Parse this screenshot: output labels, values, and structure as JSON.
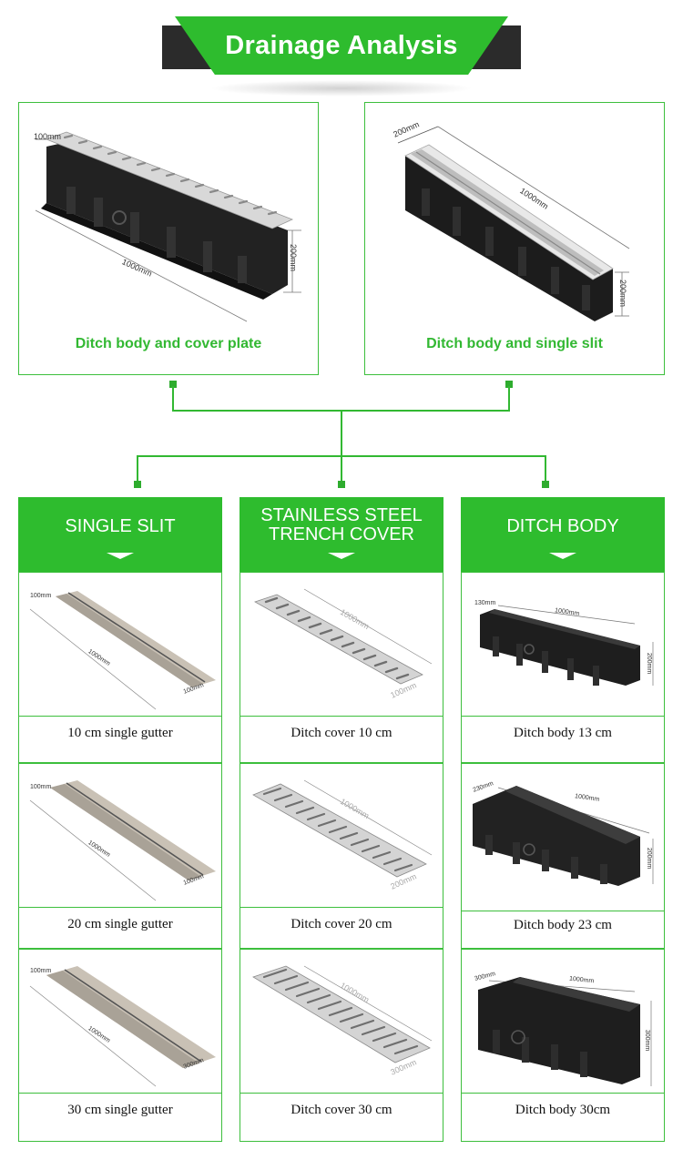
{
  "banner": {
    "title": "Drainage Analysis"
  },
  "top_panels": [
    {
      "caption": "Ditch body and cover plate",
      "dims": [
        "100mm",
        "1000mm",
        "200mm"
      ]
    },
    {
      "caption": "Ditch body and single slit",
      "dims": [
        "200mm",
        "1000mm",
        "200mm"
      ]
    }
  ],
  "columns": [
    {
      "title": "SINGLE SLIT",
      "items": [
        {
          "label": "10 cm single gutter",
          "dims": [
            "100mm",
            "1000mm",
            "100mm"
          ]
        },
        {
          "label": "20 cm single gutter",
          "dims": [
            "100mm",
            "1000mm",
            "100mm"
          ]
        },
        {
          "label": "30 cm single gutter",
          "dims": [
            "100mm",
            "1000mm",
            "300mm"
          ]
        }
      ]
    },
    {
      "title": "STAINLESS STEEL TRENCH COVER",
      "title_lines": [
        "STAINLESS STEEL",
        "TRENCH COVER"
      ],
      "items": [
        {
          "label": "Ditch cover 10 cm",
          "dims": [
            "1000mm",
            "100mm"
          ]
        },
        {
          "label": "Ditch cover 20 cm",
          "dims": [
            "1000mm",
            "200mm"
          ]
        },
        {
          "label": "Ditch cover 30 cm",
          "dims": [
            "1000mm",
            "300mm"
          ]
        }
      ]
    },
    {
      "title": "DITCH BODY",
      "items": [
        {
          "label": "Ditch body 13 cm",
          "dims": [
            "130mm",
            "1000mm",
            "200mm"
          ]
        },
        {
          "label": "Ditch body 23 cm",
          "dims": [
            "230mm",
            "1000mm",
            "200mm"
          ]
        },
        {
          "label": "Ditch body 30cm",
          "dims": [
            "300mm",
            "1000mm",
            "300mm"
          ]
        }
      ]
    }
  ],
  "colors": {
    "accent": "#2ebc2e",
    "dark": "#2b2b2b",
    "caption": "#32b832"
  }
}
